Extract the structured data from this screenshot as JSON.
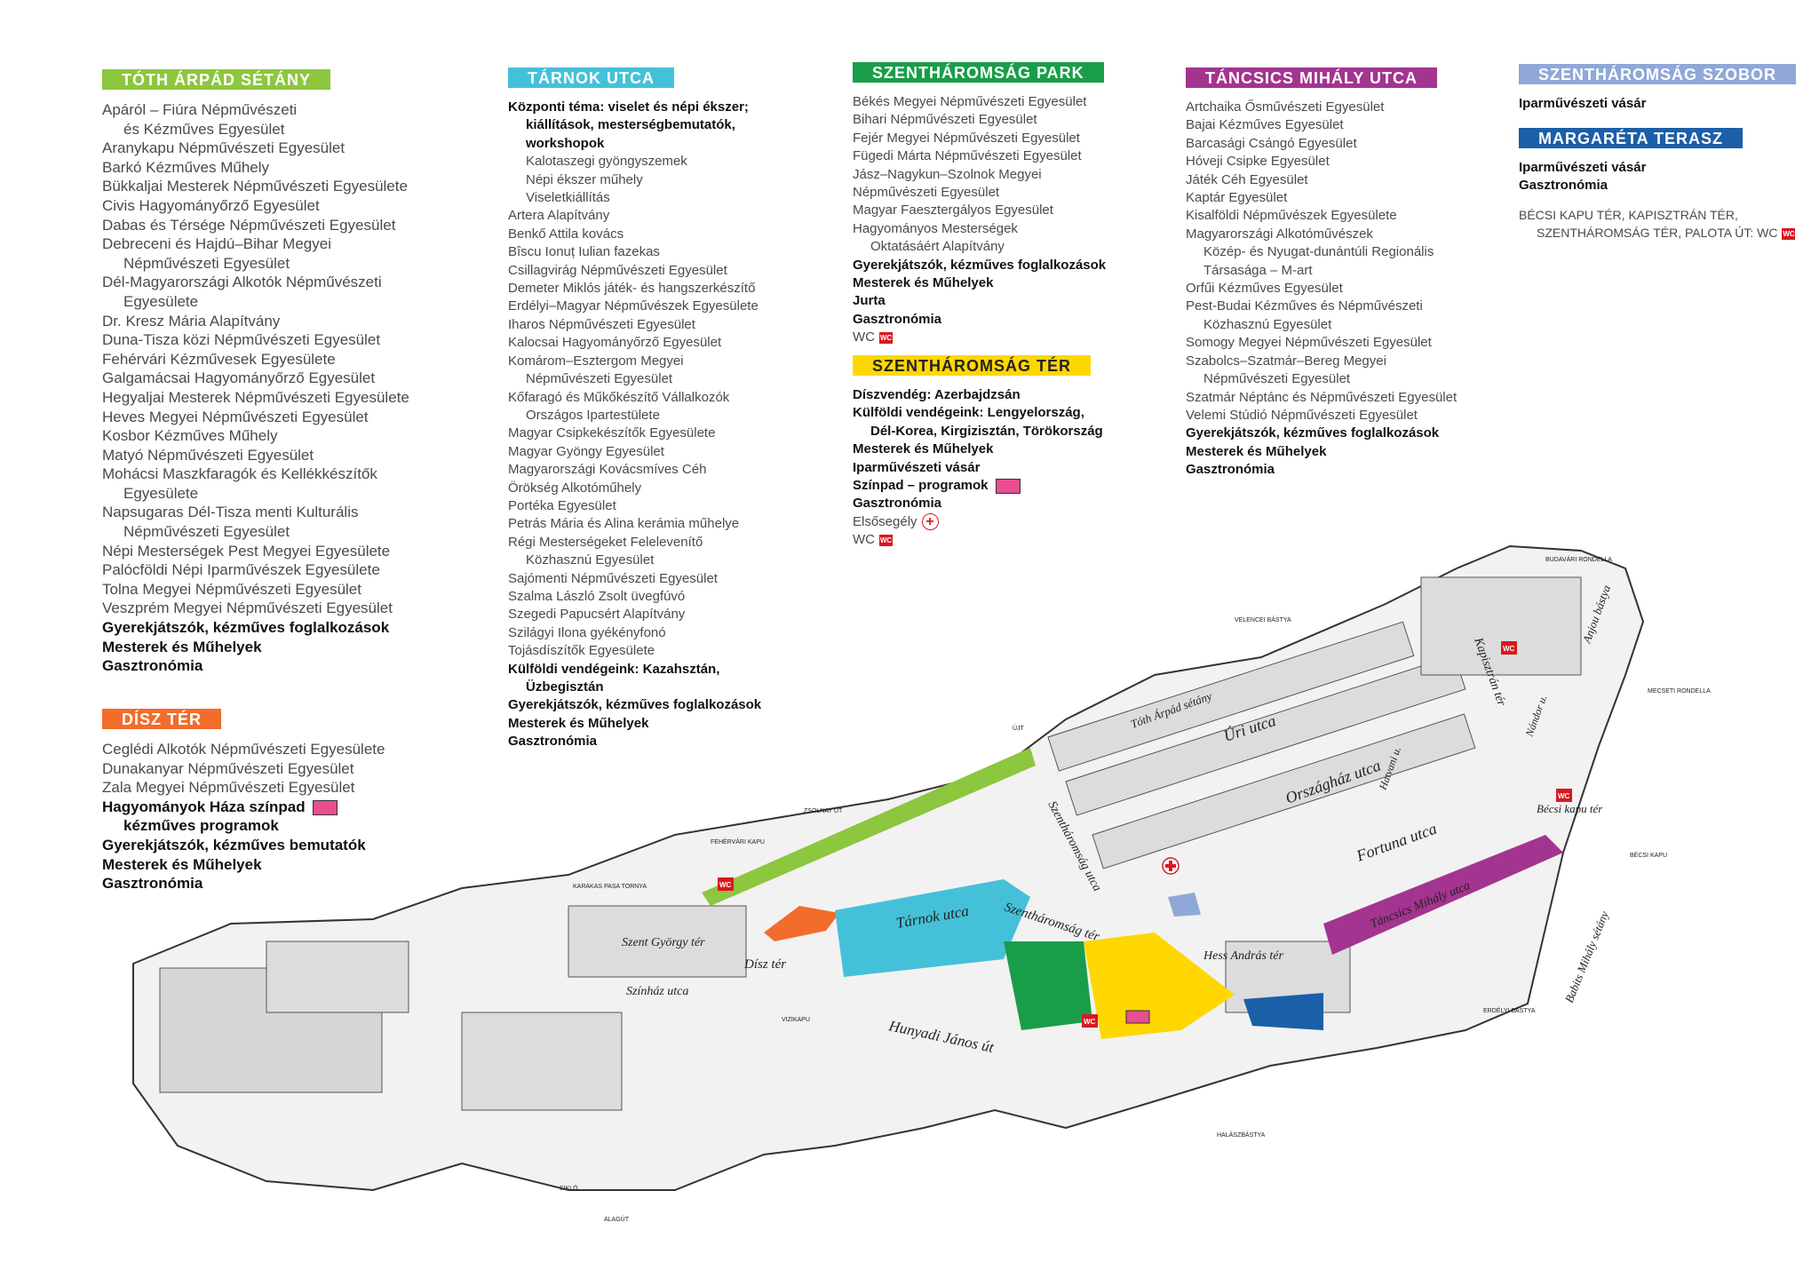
{
  "sections": {
    "toth": {
      "title": "TÓTH ÁRPÁD SÉTÁNY",
      "color": "#8dc63f",
      "items": [
        "Apáról – Fiúra Népművészeti",
        "és Kézműves Egyesület",
        "Aranykapu Népművészeti Egyesület",
        "Barkó Kézműves Műhely",
        "Bükkaljai Mesterek Népművészeti Egyesülete",
        "Civis Hagyományőrző Egyesület",
        "Dabas és Térsége Népművészeti Egyesület",
        "Debreceni és Hajdú–Bihar Megyei",
        "Népművészeti Egyesület",
        "Dél-Magyarországi Alkotók Népművészeti",
        "Egyesülete",
        "Dr. Kresz Mária Alapítvány",
        "Duna-Tisza közi Népművészeti Egyesület",
        "Fehérvári Kézművesek Egyesülete",
        "Galgamácsai Hagyományőrző Egyesület",
        "Hegyaljai Mesterek Népművészeti Egyesülete",
        "Heves Megyei Népművészeti Egyesület",
        "Kosbor Kézműves Műhely",
        "Matyó Népművészeti Egyesület",
        "Mohácsi Maszkfaragók és Kellékkészítők",
        "Egyesülete",
        "Napsugaras Dél-Tisza menti Kulturális",
        "Népművészeti Egyesület",
        "Népi Mesterségek Pest Megyei Egyesülete",
        "Palócföldi Népi Iparművészek Egyesülete",
        "Tolna Megyei Népművészeti Egyesület",
        "Veszprém Megyei Népművészeti Egyesület",
        "Gyerekjátszók, kézműves foglalkozások",
        "Mesterek és Műhelyek",
        "Gasztronómia"
      ]
    },
    "disz": {
      "title": "DÍSZ TÉR",
      "color": "#f26c2b",
      "items": [
        "Ceglédi Alkotók Népművészeti Egyesülete",
        "Dunakanyar Népművészeti Egyesület",
        "Zala Megyei Népművészeti Egyesület",
        "Hagyományok Háza színpad",
        "kézműves programok",
        "Gyerekjátszók, kézműves bemutatók",
        "Mesterek és Műhelyek",
        "Gasztronómia"
      ]
    },
    "tarnok": {
      "title": "TÁRNOK UTCA",
      "color": "#44c1d9",
      "items": [
        "Központi téma: viselet és népi ékszer;",
        "kiállítások, mesterségbemutatók,",
        "workshopok",
        "Kalotaszegi gyöngyszemek",
        "Népi ékszer műhely",
        "Viseletkiállítás",
        "Artera Alapítvány",
        "Benkő Attila kovács",
        "Bîscu Ionuț Iulian fazekas",
        "Csillagvirág Népművészeti Egyesület",
        "Demeter Miklós játék- és hangszerkészítő",
        "Erdélyi–Magyar Népművészek Egyesülete",
        "Iharos Népművészeti Egyesület",
        "Kalocsai Hagyományőrző Egyesület",
        "Komárom–Esztergom Megyei",
        "Népművészeti Egyesület",
        "Kőfaragó és Műkőkészítő Vállalkozók",
        "Országos Ipartestülete",
        "Magyar Csipkekészítők Egyesülete",
        "Magyar Gyöngy Egyesület",
        "Magyarországi Kovácsmíves Céh",
        "Örökség Alkotóműhely",
        "Portéka Egyesület",
        "Petrás Mária és Alina kerámia műhelye",
        "Régi Mesterségeket Felelevenítő",
        "Közhasznú Egyesület",
        "Sajómenti Népművészeti Egyesület",
        "Szalma László Zsolt üvegfúvó",
        "Szegedi Papucsért Alapítvány",
        "Szilágyi Ilona gyékényfonó",
        "Tojásdíszítők Egyesülete",
        "Külföldi vendégeink: Kazahsztán,",
        "Üzbegisztán",
        "Gyerekjátszók, kézműves foglalkozások",
        "Mesterek és Műhelyek",
        "Gasztronómia"
      ]
    },
    "park": {
      "title": "SZENTHÁROMSÁG PARK",
      "color": "#1a9d49",
      "items": [
        "Békés Megyei Népművészeti Egyesület",
        "Bihari Népművészeti Egyesület",
        "Fejér Megyei Népművészeti Egyesület",
        "Fügedi Márta Népművészeti Egyesület",
        "Jász–Nagykun–Szolnok Megyei",
        "Népművészeti Egyesület",
        "Magyar Faesztergályos Egyesület",
        "Hagyományos Mesterségek",
        "Oktatásáért Alapítvány",
        "Gyerekjátszók, kézműves foglalkozások",
        "Mesterek és Műhelyek",
        "Jurta",
        "Gasztronómia",
        "WC"
      ]
    },
    "ter": {
      "title": "SZENTHÁROMSÁG TÉR",
      "color": "#ffd700",
      "items": [
        "Díszvendég: Azerbajdzsán",
        "Külföldi vendégeink: Lengyelország,",
        "Dél-Korea, Kirgizisztán, Törökország",
        "Mesterek és Műhelyek",
        "Iparművészeti vásár",
        "Színpad – programok",
        "Gasztronómia",
        "Elsősegély",
        "WC"
      ]
    },
    "tancsics": {
      "title": "TÁNCSICS MIHÁLY UTCA",
      "color": "#a3348f",
      "items": [
        "Artchaika Ősművészeti Egyesület",
        "Bajai Kézműves Egyesület",
        "Barcasági Csángó Egyesület",
        "Hóveji Csipke Egyesület",
        "Játék Céh Egyesület",
        "Kaptár Egyesület",
        "Kisalföldi Népművészek Egyesülete",
        "Magyarországi Alkotóművészek",
        "Közép- és Nyugat-dunántúli Regionális",
        "Társasága – M-art",
        "Orfűi Kézműves Egyesület",
        "Pest-Budai Kézműves és Népművészeti",
        "Közhasznú Egyesület",
        "Somogy Megyei Népművészeti Egyesület",
        "Szabolcs–Szatmár–Bereg Megyei",
        "Népművészeti Egyesület",
        "Szatmár Néptánc és Népművészeti Egyesület",
        "Velemi Stúdió Népművészeti Egyesület",
        "Gyerekjátszók, kézműves foglalkozások",
        "Mesterek és Műhelyek",
        "Gasztronómia"
      ]
    },
    "szobor": {
      "title": "SZENTHÁROMSÁG SZOBOR",
      "color": "#8fa8d8",
      "items": [
        "Iparművészeti vásár"
      ]
    },
    "margareta": {
      "title": "MARGARÉTA TERASZ",
      "color": "#1a5fa8",
      "items": [
        "Iparművészeti vásár",
        "Gasztronómia"
      ]
    },
    "becsi": {
      "items": [
        "BÉCSI KAPU TÉR, KAPISZTRÁN TÉR,",
        "SZENTHÁROMSÁG TÉR, PALOTA ÚT: WC"
      ]
    }
  },
  "map": {
    "street_labels": [
      "Tóth Árpád sétány",
      "Úri utca",
      "Országház utca",
      "Fortuna utca",
      "Táncsics Mihály utca",
      "Tárnok utca",
      "Szentháromság utca",
      "Szentháromság tér",
      "Dísz tér",
      "Színház utca",
      "Hunyadi János út",
      "Szent György tér",
      "Hess András tér",
      "Bécsi kapu tér",
      "Kapisztrán tér",
      "Anjou bástya",
      "Babits Mihály sétány",
      "Nándor u.",
      "Hatvani u."
    ],
    "captions": [
      "HALÁSZBÁSTYA",
      "ERDÉLYI BÁSTYA",
      "ALAGÚT",
      "SIKLÓ",
      "VIZIKAPU",
      "KARAKAS PASA TORNYA",
      "FEHÉRVÁRI KAPU",
      "ZSOLNAY ÚT",
      "ÚJT",
      "VELENCEI BÁSTYA",
      "BÉCSI KAPU",
      "MECSETI RONDELLA",
      "BUDAVÁRI RONDELLA"
    ],
    "wc_label": "WC",
    "colors": {
      "toth": "#8dc63f",
      "disz": "#f26c2b",
      "tarnok": "#44c1d9",
      "park": "#1a9d49",
      "ter": "#ffd700",
      "tancsics": "#a3348f",
      "margareta": "#1a5fa8",
      "szobor": "#8fa8d8",
      "wc": "#d71920",
      "stage": "#e94e8f"
    }
  }
}
